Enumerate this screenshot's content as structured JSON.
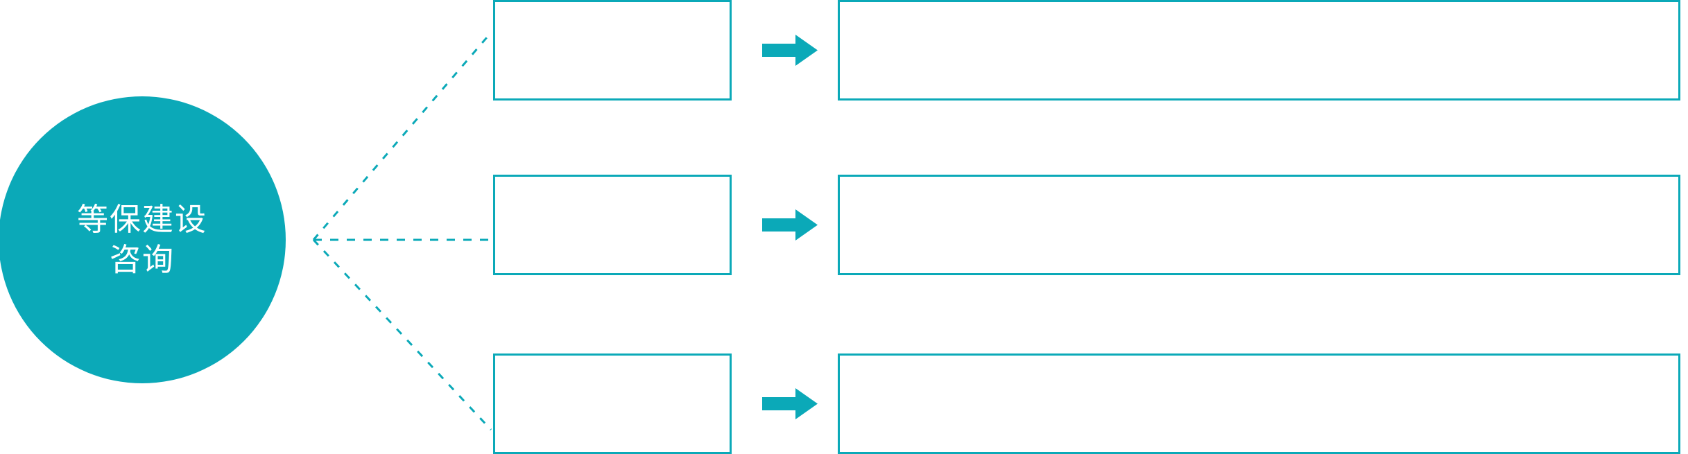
{
  "diagram": {
    "title": "等保建设咨询",
    "accent_color": "#0BA9B8",
    "background_color": "#FFFFFF",
    "text_color_on_accent": "#FFFFFF",
    "hub": {
      "name": "hub-node",
      "shape": "circle",
      "lines": [
        "等保建设",
        "咨询"
      ]
    },
    "connector": {
      "style": "dotted",
      "color": "#0BA9B8",
      "branches": 3
    },
    "arrow_glyph": "right-arrow",
    "rows": [
      {
        "id": "row-1",
        "label": "",
        "detail": ""
      },
      {
        "id": "row-2",
        "label": "",
        "detail": ""
      },
      {
        "id": "row-3",
        "label": "",
        "detail": ""
      }
    ]
  }
}
